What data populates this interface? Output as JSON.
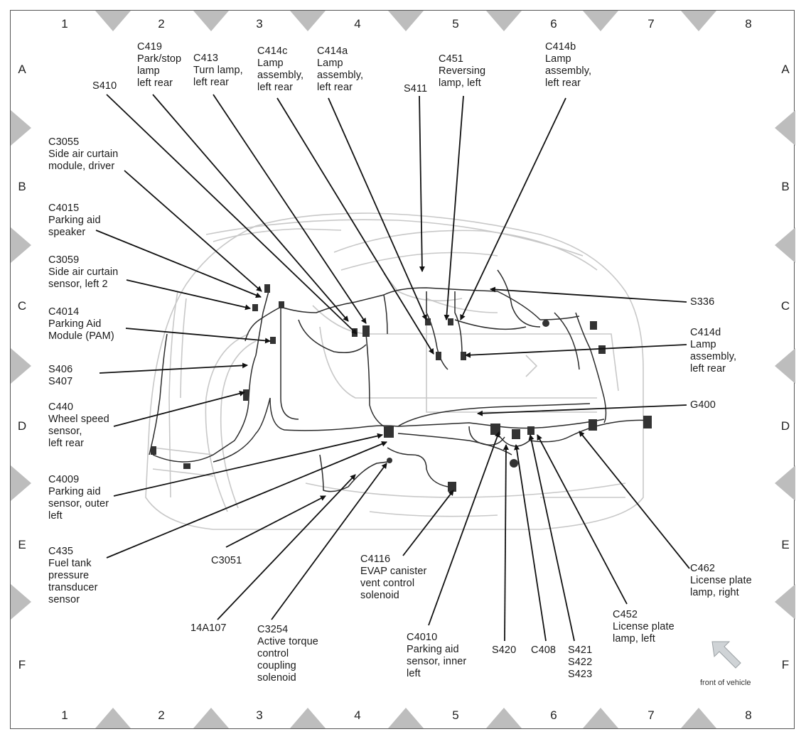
{
  "columns": [
    "1",
    "2",
    "3",
    "4",
    "5",
    "6",
    "7",
    "8"
  ],
  "rows": [
    "A",
    "B",
    "C",
    "D",
    "E",
    "F"
  ],
  "labels": {
    "s410": "S410",
    "c419": "C419\nPark/stop\nlamp\nleft rear",
    "c413": "C413\nTurn lamp,\nleft rear",
    "c414c": "C414c\nLamp\nassembly,\nleft rear",
    "c414a": "C414a\nLamp\nassembly,\nleft rear",
    "s411": "S411",
    "c451": "C451\nReversing\nlamp, left",
    "c414b": "C414b\nLamp\nassembly,\nleft rear",
    "c3055": "C3055\nSide air curtain\nmodule, driver",
    "c4015": "C4015\nParking aid\nspeaker",
    "c3059": "C3059\nSide air curtain\nsensor, left 2",
    "c4014": "C4014\nParking Aid\nModule (PAM)",
    "s406": "S406\nS407",
    "c440": "C440\nWheel speed\nsensor,\nleft rear",
    "c4009": "C4009\nParking aid\nsensor, outer\nleft",
    "c435": "C435\nFuel tank\npressure\ntransducer\nsensor",
    "c3051": "C3051",
    "a14a107": "14A107",
    "c3254": "C3254\nActive torque\ncontrol\ncoupling\nsolenoid",
    "c4116": "C4116\nEVAP canister\nvent control\nsolenoid",
    "c4010": "C4010\nParking aid\nsensor, inner\nleft",
    "s420": "S420",
    "c408": "C408",
    "s421": "S421\nS422\nS423",
    "c452": "C452\nLicense plate\nlamp, left",
    "c462": "C462\nLicense plate\nlamp, right",
    "s336": "S336",
    "c414d": "C414d\nLamp\nassembly,\nleft rear",
    "g400": "G400"
  },
  "front_note": "front of vehicle",
  "colors": {
    "marker": "#bdbdbd",
    "vehicle": "#c8c8c8",
    "harness": "#2b2b2b",
    "leader": "#111111",
    "arrow": "#cfd3d6"
  }
}
